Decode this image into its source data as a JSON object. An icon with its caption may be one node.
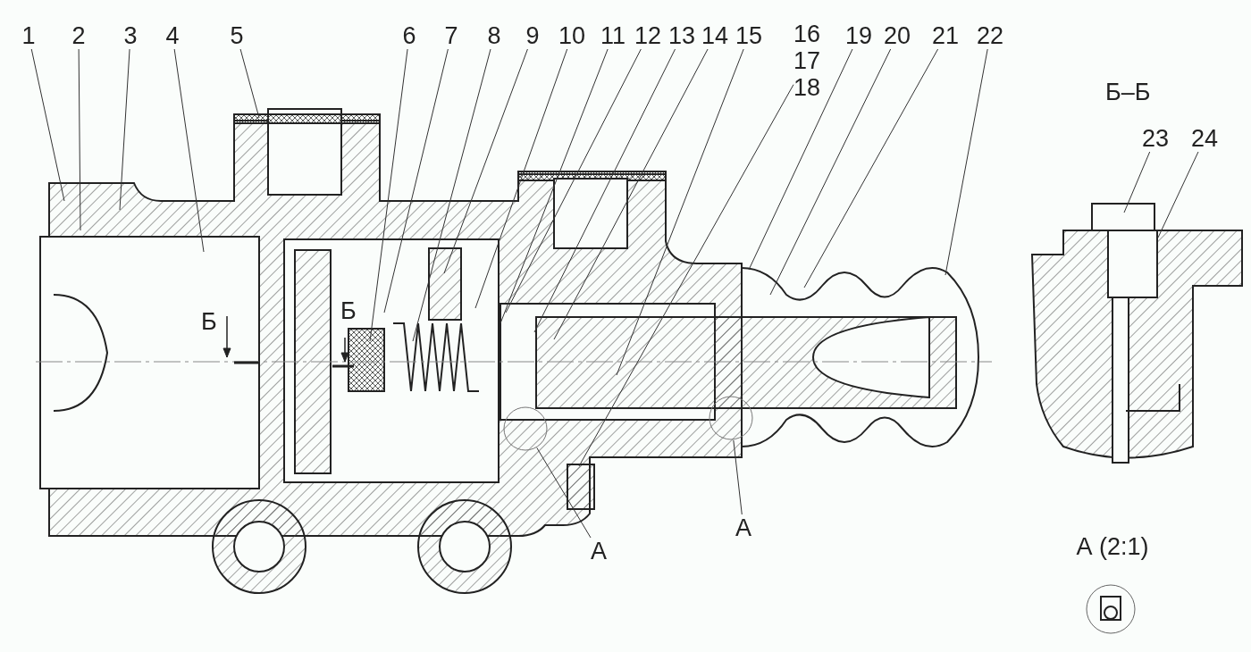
{
  "diagram": {
    "nodes": [
      {
        "text": [
          "1"
        ]
      },
      {
        "text": [
          "2"
        ]
      },
      {
        "text": [
          "3"
        ]
      },
      {
        "text": [
          "4"
        ]
      },
      {
        "text": [
          "5"
        ]
      },
      {
        "text": [
          "6"
        ]
      },
      {
        "text": [
          "7"
        ]
      },
      {
        "text": [
          "8"
        ]
      },
      {
        "text": [
          "9"
        ]
      },
      {
        "text": [
          "10"
        ]
      },
      {
        "text": [
          "11"
        ]
      },
      {
        "text": [
          "12"
        ]
      },
      {
        "text": [
          "13"
        ]
      },
      {
        "text": [
          "14"
        ]
      },
      {
        "text": [
          "15"
        ]
      },
      {
        "text": [
          "16",
          "17",
          "18"
        ]
      },
      {
        "text": [
          "19"
        ]
      },
      {
        "text": [
          "20"
        ]
      },
      {
        "text": [
          "21"
        ]
      },
      {
        "text": [
          "22"
        ]
      },
      {
        "text": [
          "23"
        ]
      },
      {
        "text": [
          "24"
        ]
      },
      {
        "text": [
          "А"
        ]
      },
      {
        "text": [
          "А"
        ]
      },
      {
        "text": [],
        "shape": "circle"
      },
      {
        "text": [],
        "shape": "circle"
      }
    ],
    "edges": [
      {
        "from": 0,
        "to": null,
        "arrow": "none"
      },
      {
        "from": 1,
        "to": null,
        "arrow": "none"
      },
      {
        "from": 2,
        "to": null,
        "arrow": "none"
      },
      {
        "from": 3,
        "to": null,
        "arrow": "none"
      },
      {
        "from": 4,
        "to": null,
        "arrow": "none"
      },
      {
        "from": 5,
        "to": null,
        "arrow": "none"
      },
      {
        "from": 6,
        "to": null,
        "arrow": "none"
      },
      {
        "from": 7,
        "to": null,
        "arrow": "none"
      },
      {
        "from": 8,
        "to": null,
        "arrow": "none"
      },
      {
        "from": 9,
        "to": null,
        "arrow": "none"
      },
      {
        "from": 10,
        "to": null,
        "arrow": "none"
      },
      {
        "from": 11,
        "to": null,
        "arrow": "none"
      },
      {
        "from": 12,
        "to": null,
        "arrow": "none"
      },
      {
        "from": 13,
        "to": null,
        "arrow": "none"
      },
      {
        "from": 14,
        "to": null,
        "arrow": "none"
      },
      {
        "from": 15,
        "to": null,
        "arrow": "none"
      },
      {
        "from": 16,
        "to": null,
        "arrow": "none"
      },
      {
        "from": 17,
        "to": null,
        "arrow": "none"
      },
      {
        "from": 18,
        "to": null,
        "arrow": "none"
      },
      {
        "from": 19,
        "to": null,
        "arrow": "none"
      },
      {
        "from": 20,
        "to": null,
        "arrow": "none"
      },
      {
        "from": 21,
        "to": null,
        "arrow": "none"
      },
      {
        "from": 22,
        "to": 24,
        "arrow": "none"
      },
      {
        "from": 23,
        "to": 25,
        "arrow": "none"
      }
    ],
    "labels": [
      "Б",
      "Б",
      "Б–Б",
      "А (2:1)"
    ]
  }
}
